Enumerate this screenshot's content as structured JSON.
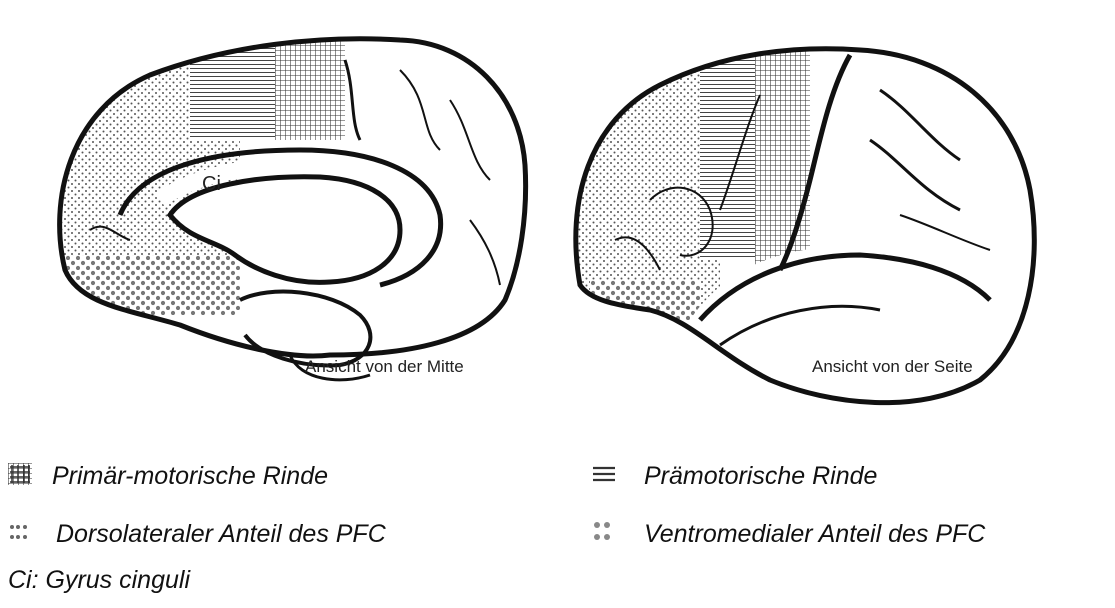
{
  "figure": {
    "left_view_label": "Ansicht von der Mitte",
    "right_view_label": "Ansicht von der Seite",
    "ci_label": "Ci"
  },
  "legend": {
    "primary_motor": "Primär-motorische Rinde",
    "premotor": "Prämotorische Rinde",
    "dorsolateral": "Dorsolateraler Anteil des PFC",
    "ventromedial": "Ventromedialer Anteil des PFC"
  },
  "note": "Ci: Gyrus cinguli"
}
